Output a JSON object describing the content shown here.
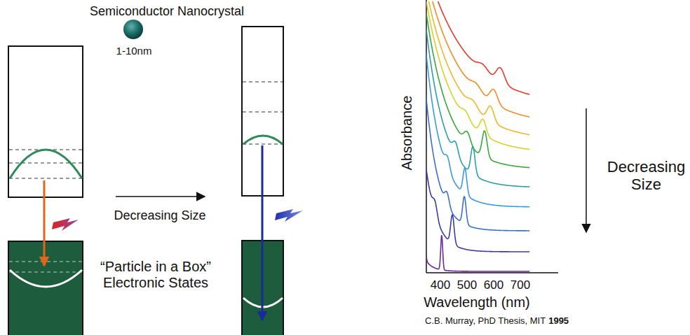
{
  "diagram": {
    "labels": [
      "Semiconductor Nanocrystal",
      "1-10nm",
      "Decreasing Size",
      "“Particle in a Box” Electronic States",
      "Absorbance",
      "400",
      "500",
      "600",
      "700",
      "Wavelength (nm)",
      "C.B. Murray, PhD Thesis, MIT",
      "1995",
      "Decreasing Size"
    ]
  }
}
